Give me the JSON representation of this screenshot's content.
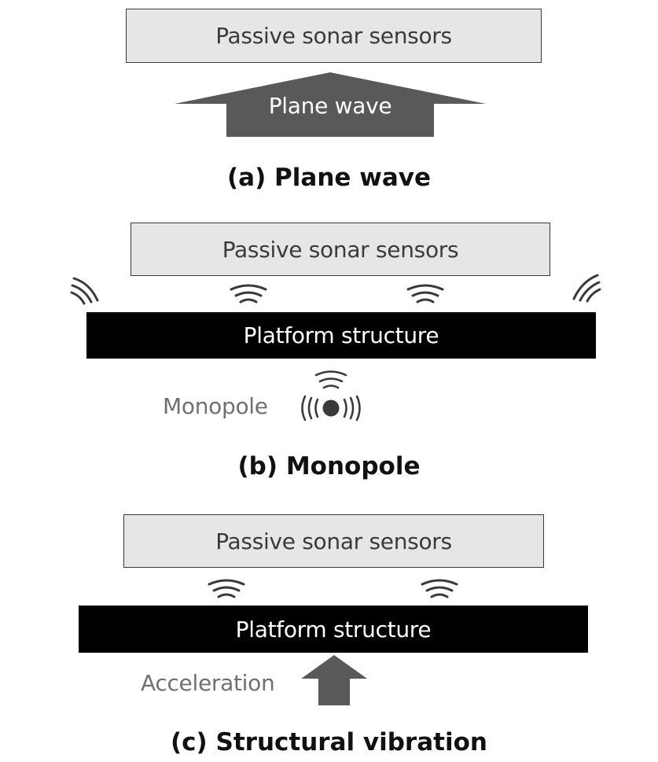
{
  "panel_a": {
    "sensor_label": "Passive sonar sensors",
    "arrow_label": "Plane wave",
    "caption": "(a) Plane wave"
  },
  "panel_b": {
    "sensor_label": "Passive sonar sensors",
    "platform_label": "Platform structure",
    "source_label": "Monopole",
    "caption": "(b) Monopole"
  },
  "panel_c": {
    "sensor_label": "Passive sonar sensors",
    "platform_label": "Platform structure",
    "force_label": "Acceleration",
    "caption": "(c) Structural  vibration"
  },
  "colors": {
    "sensor_fill": "#e6e6e6",
    "platform_fill": "#000000",
    "arrow_fill": "#595959",
    "label_gray": "#707070"
  }
}
